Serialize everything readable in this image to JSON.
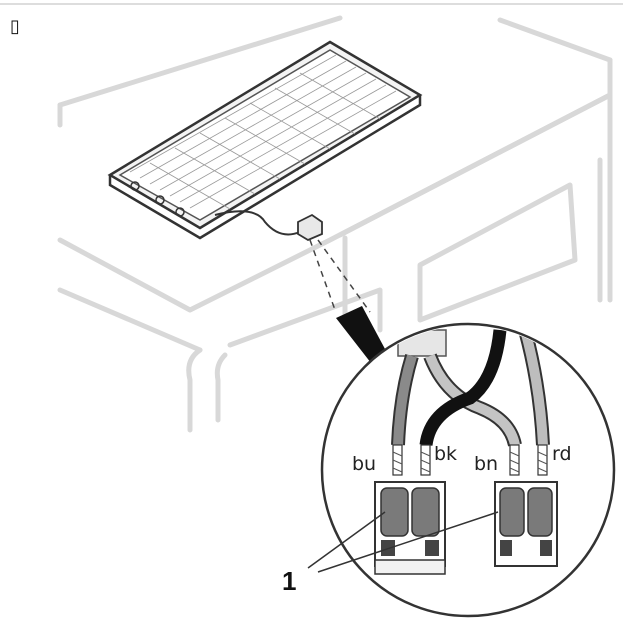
{
  "corner_icon": {
    "glyph": "▯",
    "name": "image-placeholder-icon"
  },
  "wires": [
    {
      "label": "bu"
    },
    {
      "label": "bk"
    },
    {
      "label": "bn"
    },
    {
      "label": "rd"
    }
  ],
  "callout": {
    "label": "1"
  }
}
